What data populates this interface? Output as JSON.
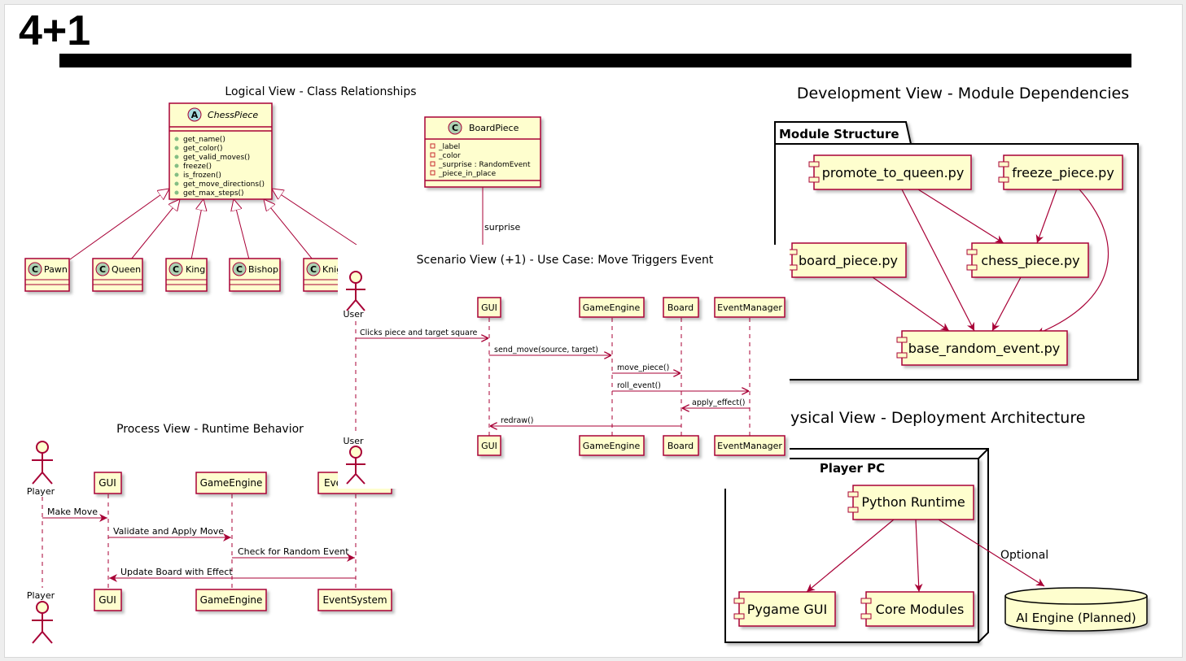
{
  "slide": {
    "title": "4+1"
  },
  "logical_view": {
    "title": "Logical View - Class Relationships",
    "abstract_class": {
      "stereotype": "A",
      "name": "ChessPiece",
      "methods": [
        "get_name()",
        "get_color()",
        "get_valid_moves()",
        "freeze()",
        "is_frozen()",
        "get_move_directions()",
        "get_max_steps()"
      ]
    },
    "board_class": {
      "stereotype": "C",
      "name": "BoardPiece",
      "fields": [
        "_label",
        "_color",
        "_surprise : RandomEvent",
        "_piece_in_place"
      ]
    },
    "association_label": "surprise",
    "subclasses": [
      {
        "stereotype": "C",
        "name": "Pawn"
      },
      {
        "stereotype": "C",
        "name": "Queen"
      },
      {
        "stereotype": "C",
        "name": "King"
      },
      {
        "stereotype": "C",
        "name": "Bishop"
      },
      {
        "stereotype": "C",
        "name": "Knig"
      }
    ]
  },
  "scenario_view": {
    "title": "Scenario View (+1) - Use Case: Move Triggers Event",
    "actor": "User",
    "participants": [
      "GUI",
      "GameEngine",
      "Board",
      "EventManager"
    ],
    "messages": [
      "Clicks piece and target square",
      "send_move(source, target)",
      "move_piece()",
      "roll_event()",
      "apply_effect()",
      "redraw()"
    ]
  },
  "process_view": {
    "title": "Process View - Runtime Behavior",
    "actor": "Player",
    "participants": [
      "GUI",
      "GameEngine"
    ],
    "event_top_visible": "Eve",
    "event_bottom": "EventSystem",
    "messages": [
      "Make Move",
      "Validate and Apply Move",
      "Check for Random Event",
      "Update Board with Effect"
    ]
  },
  "development_view": {
    "title": "Development View - Module Dependencies",
    "package": "Module Structure",
    "modules": [
      "promote_to_queen.py",
      "freeze_piece.py",
      "board_piece.py",
      "chess_piece.py",
      "base_random_event.py"
    ]
  },
  "physical_view": {
    "title": "ysical View - Deployment Architecture",
    "node": "Player PC",
    "components": [
      "Python Runtime",
      "Pygame GUI",
      "Core Modules"
    ],
    "database": "AI Engine (Planned)",
    "optional_label": "Optional"
  },
  "colors": {
    "fill": "#FEFECE",
    "border": "#A80036",
    "line": "#A80036",
    "class_c": "#ADD1B2",
    "class_a": "#A9DCDF"
  }
}
